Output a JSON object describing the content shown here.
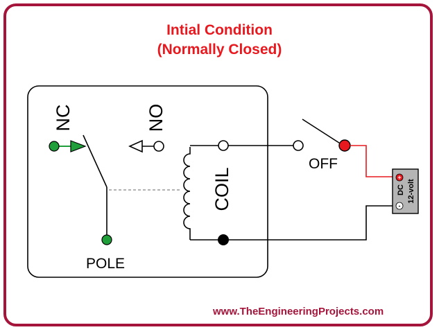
{
  "title": {
    "line1": "Intial Condition",
    "line2": "(Normally Closed)"
  },
  "labels": {
    "nc": "NC",
    "no": "NO",
    "pole": "POLE",
    "coil": "COIL",
    "switch_state": "OFF"
  },
  "battery": {
    "type": "DC",
    "voltage": "12-volt",
    "positive": "+",
    "negative": "-"
  },
  "footer": {
    "website": "www.TheEngineeringProjects.com"
  },
  "colors": {
    "frame": "#a5143a",
    "title": "#e8181f",
    "contact_active": "#1f9e3a",
    "live_wire": "#e8181f",
    "battery_body": "#b5b5b5"
  }
}
